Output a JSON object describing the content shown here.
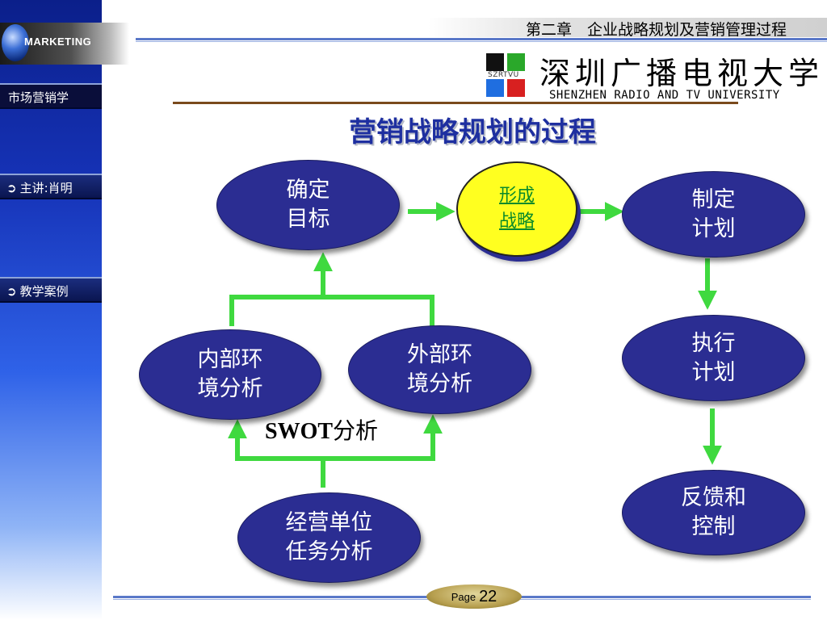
{
  "sidebar": {
    "logo_text": "MARKETING",
    "buttons": [
      {
        "label": "市场营销学"
      },
      {
        "icon": "arrow-right-icon",
        "label": "主讲:肖明"
      },
      {
        "icon": "arrow-right-icon",
        "label": "教学案例"
      }
    ]
  },
  "header": {
    "chapter": "第二章　企业战略规划及营销管理过程",
    "university_cn": "深圳广播电视大学",
    "university_en": "SHENZHEN RADIO AND TV UNIVERSITY",
    "logo_text": "SZRTVU"
  },
  "slide": {
    "title": "营销战略规划的过程",
    "nodes": {
      "goal": "确定\n目标",
      "strategy": "形成\n战略",
      "plan": "制定\n计划",
      "execute": "执行\n计划",
      "feedback": "反馈和\n控制",
      "internal": "内部环\n境分析",
      "external": "外部环\n境分析",
      "mission": "经营单位\n任务分析"
    },
    "swot_bold": "SWOT",
    "swot_rest": "分析"
  },
  "footer": {
    "page_word": "Page",
    "page_number": "22"
  },
  "colors": {
    "node_fill": "#2b2d92",
    "strategy_fill": "#ffff20",
    "arrow": "#3fd93f",
    "title": "#1e2fa0"
  }
}
